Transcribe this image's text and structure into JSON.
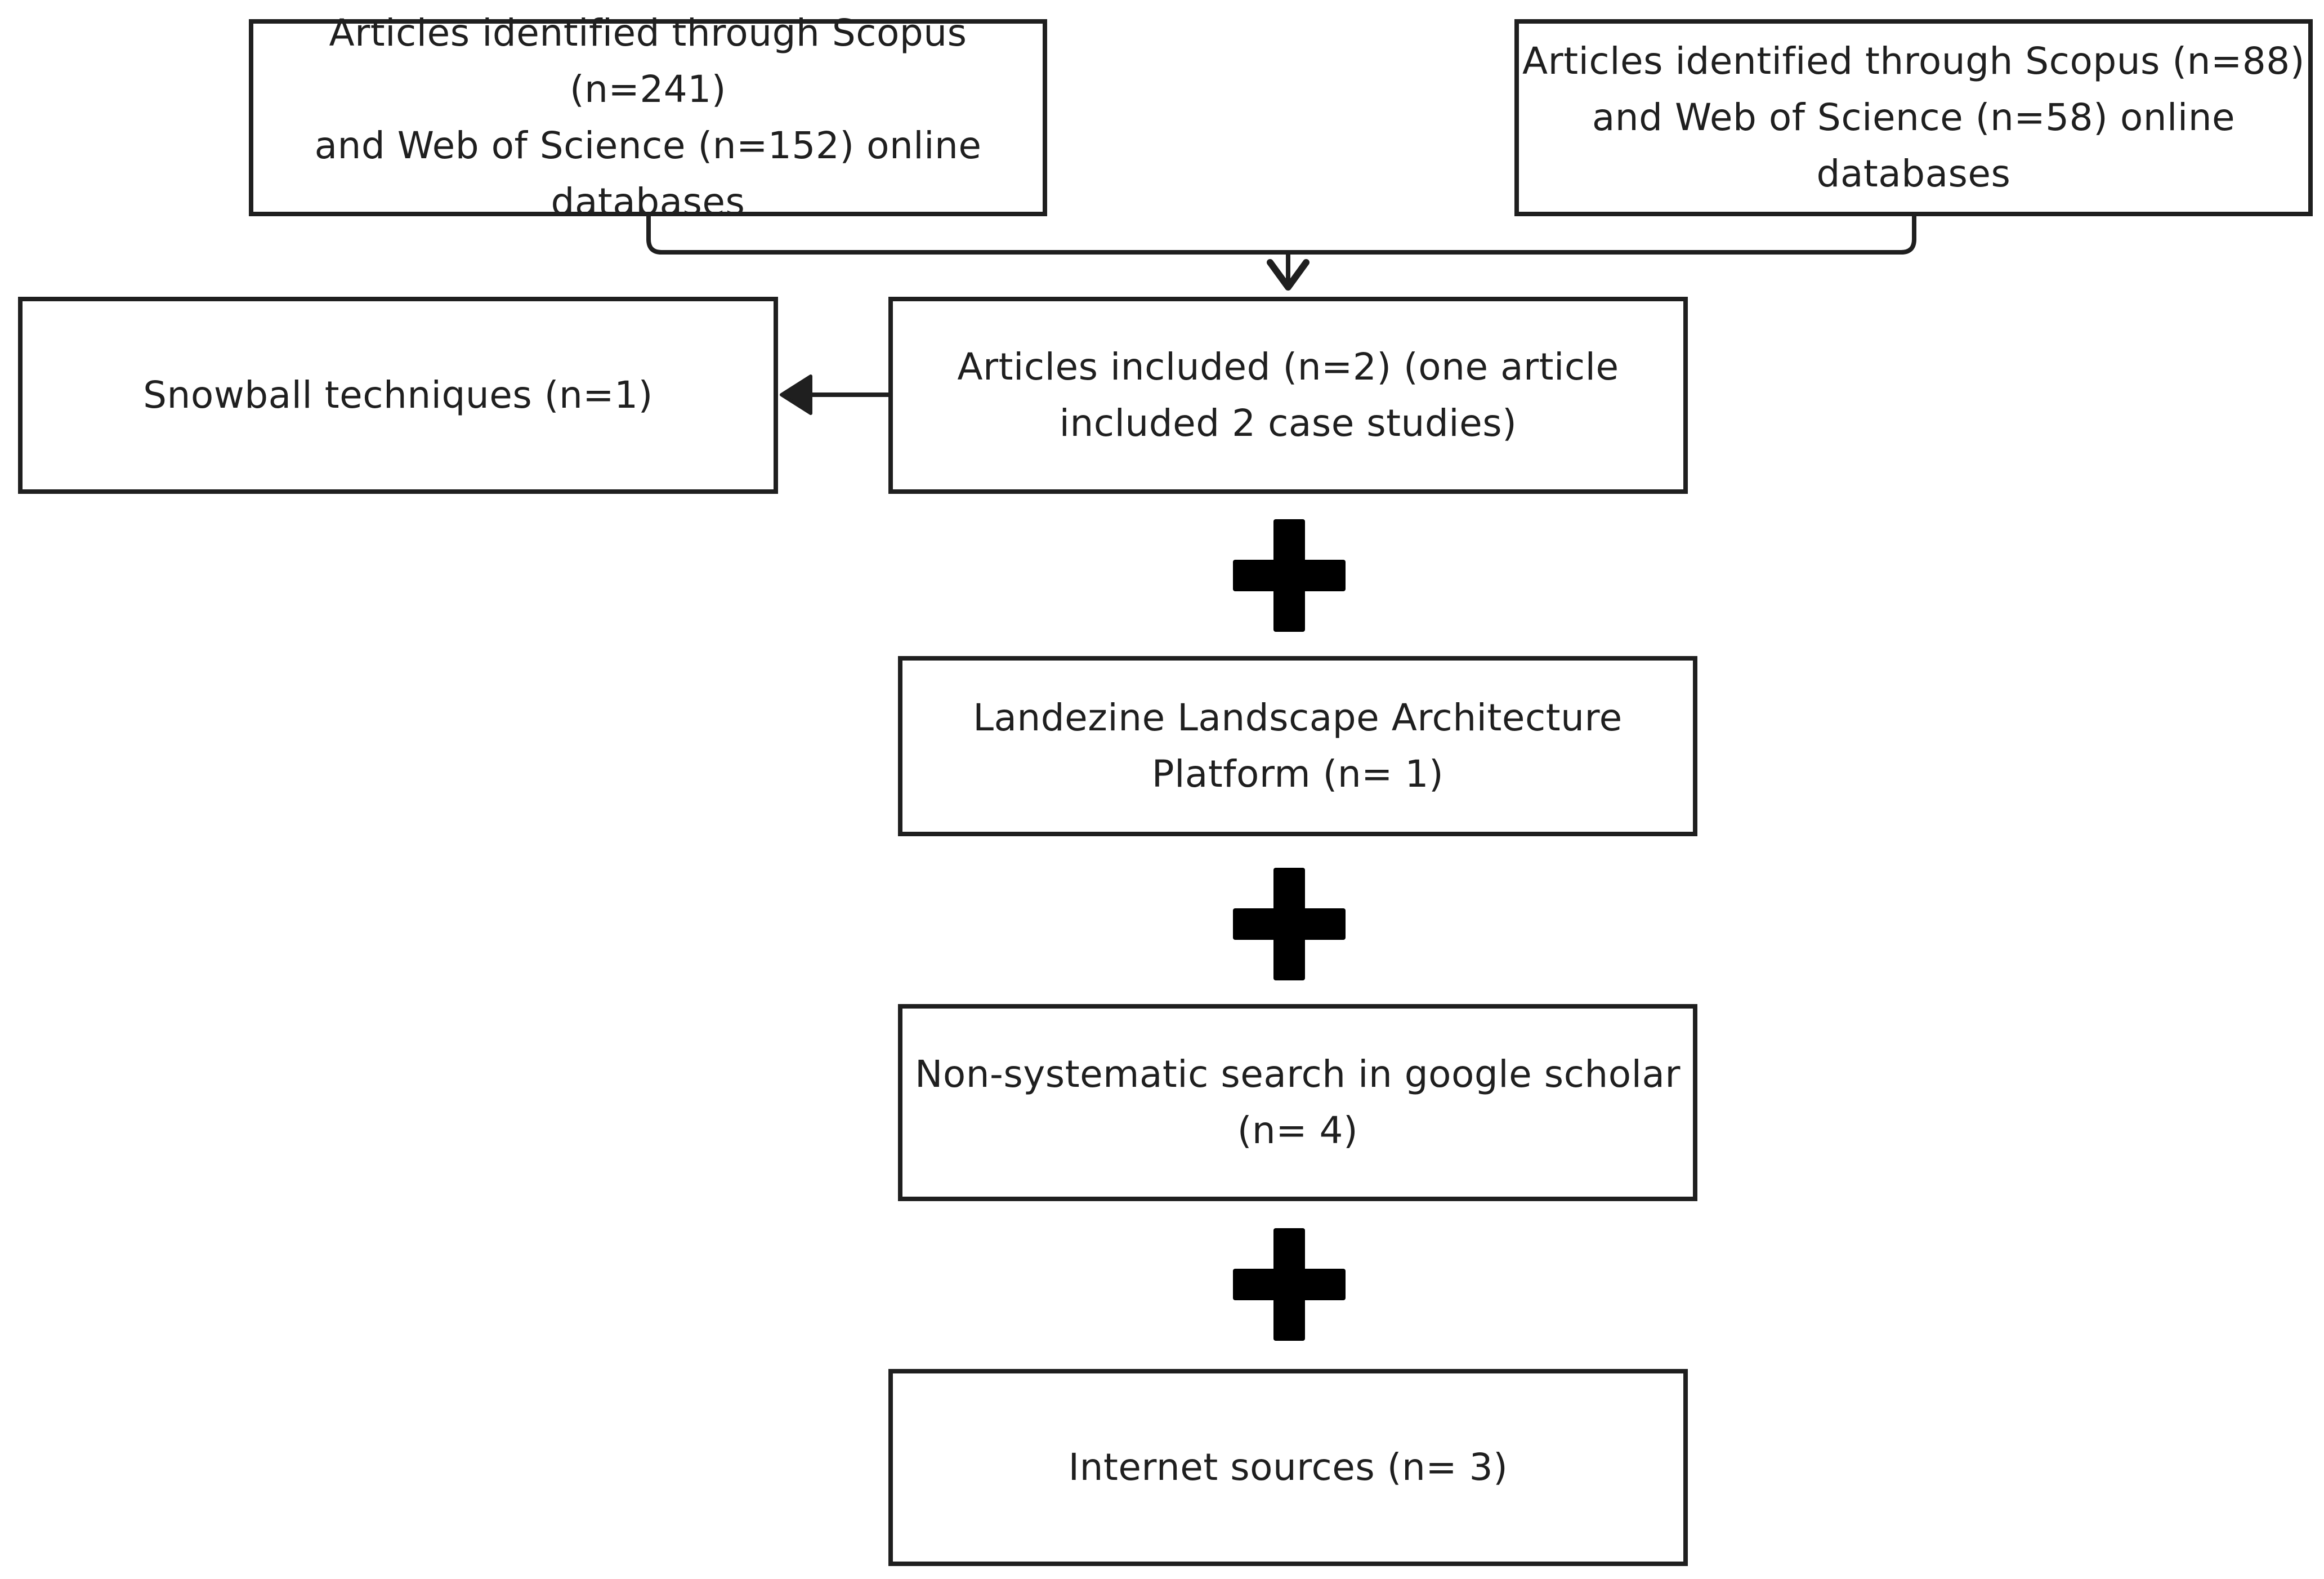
{
  "colors": {
    "stroke": "#1f1f1f",
    "plus": "#000000",
    "background": "#ffffff"
  },
  "nodes": {
    "scopus_wos_left": {
      "text": "Articles identified through Scopus (n=241)\nand Web of Science (n=152) online\ndatabases"
    },
    "scopus_wos_right": {
      "text": "Articles identified through Scopus (n=88)\nand Web of Science (n=58) online\ndatabases"
    },
    "articles_included": {
      "text": "Articles included (n=2) (one article\nincluded 2 case studies)"
    },
    "snowball": {
      "text": "Snowball techniques (n=1)"
    },
    "landezine": {
      "text": "Landezine Landscape Architecture\nPlatform (n= 1)"
    },
    "non_systematic": {
      "text": "Non-systematic search in google scholar\n(n= 4)"
    },
    "internet_sources": {
      "text": "Internet sources (n= 3)"
    }
  },
  "separators": [
    {
      "icon": "plus-icon"
    },
    {
      "icon": "plus-icon"
    },
    {
      "icon": "plus-icon"
    }
  ]
}
